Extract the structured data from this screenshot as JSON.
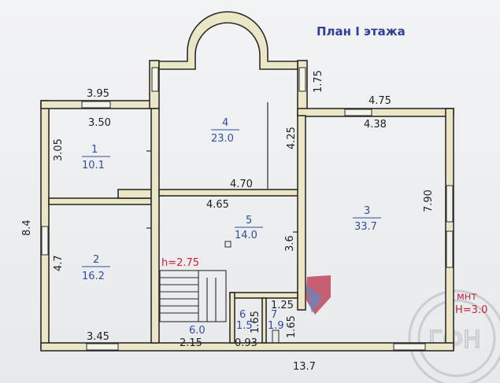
{
  "title": "План I этажа",
  "ceiling_height": "h=2.75",
  "rooms": [
    {
      "number": "1",
      "area": "10.1"
    },
    {
      "number": "2",
      "area": "16.2"
    },
    {
      "number": "3",
      "area": "33.7"
    },
    {
      "number": "4",
      "area": "23.0"
    },
    {
      "number": "5",
      "area": "14.0"
    },
    {
      "number": "6",
      "area": "1.5"
    },
    {
      "number": "7",
      "area": "1.9"
    },
    {
      "number": "6.0",
      "area": ""
    }
  ],
  "dimensions": {
    "d_3_95": "3.95",
    "d_3_50": "3.50",
    "d_3_05": "3.05",
    "d_8_4": "8.4",
    "d_4_7_left": "4.7",
    "d_3_45": "3.45",
    "d_1_75": "1.75",
    "d_4_25": "4.25",
    "d_4_75": "4.75",
    "d_4_38": "4.38",
    "d_4_70": "4.70",
    "d_4_65": "4.65",
    "d_3_6": "3.6",
    "d_7_90": "7.90",
    "d_2_15": "2.15",
    "d_0_93": "0.93",
    "d_1_25": "1.25",
    "d_1_65a": "1.65",
    "d_1_65b": "1.65",
    "d_13_7": "13.7"
  },
  "stamp": {
    "text": "ГФН"
  },
  "annotation": {
    "line1": "мнт",
    "line2": "Н=3.0"
  }
}
